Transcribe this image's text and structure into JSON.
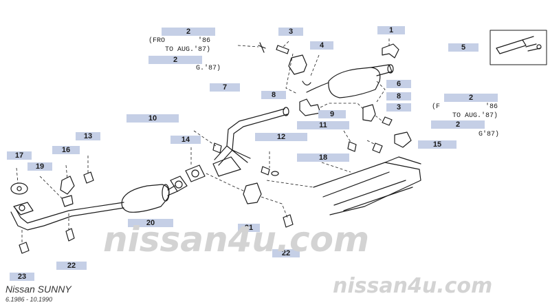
{
  "colors": {
    "line": "#1a1a1a",
    "callout_bg": "#c5cfe6",
    "watermark": "#d3d3d3",
    "caption": "#333333"
  },
  "callouts": {
    "c2a": "2",
    "c2b": "2",
    "c3a": "3",
    "c1": "1",
    "c5": "5",
    "c4": "4",
    "c7": "7",
    "c6": "6",
    "c8a": "8",
    "c8b": "8",
    "c3b": "3",
    "c2c": "2",
    "c2d": "2",
    "c9": "9",
    "c10": "10",
    "c11": "11",
    "c14": "14",
    "c12": "12",
    "c13": "13",
    "c15": "15",
    "c16": "16",
    "c17": "17",
    "c18": "18",
    "c19": "19",
    "c20": "20",
    "c21": "21",
    "c22a": "22",
    "c22b": "22",
    "c23": "23"
  },
  "notes": {
    "left_from": "(FRO",
    "left_from_val": "'86",
    "left_to": "TO AUG.'87)",
    "left_g": "G.'87)",
    "right_from": "(F",
    "right_from_val": "'86",
    "right_to": "TO AUG.'87)",
    "right_g": "G'87)"
  },
  "watermark": {
    "center": "nissan4u.com",
    "bottom": "nissan4u.com"
  },
  "caption": {
    "model": "Nissan SUNNY",
    "dates": "6.1986 - 10.1990"
  }
}
